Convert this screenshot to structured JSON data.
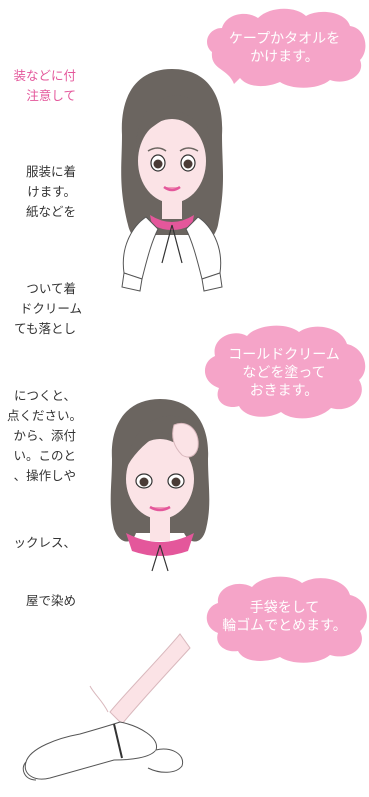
{
  "caution_lines": [
    "装などに付",
    "注意して"
  ],
  "body_lines": [
    "服装に着",
    "けます。",
    "紙などを",
    "ついて着",
    "ドクリーム",
    "ても落とし",
    "につくと、",
    "点ください。",
    "から、添付",
    "い。このと",
    "、操作しや",
    "ックレス、",
    "屋で染め"
  ],
  "bubbles": [
    {
      "text": "ケープかタオルを\nかけます。"
    },
    {
      "text": "コールドクリーム\nなどを塗って\nおきます。"
    },
    {
      "text": "手袋をして\n輪ゴムでとめます。"
    }
  ],
  "colors": {
    "accent": "#e4579b",
    "bubble": "#f5a4c8",
    "hair": "#6b6560",
    "skin": "#fbe3e6"
  }
}
